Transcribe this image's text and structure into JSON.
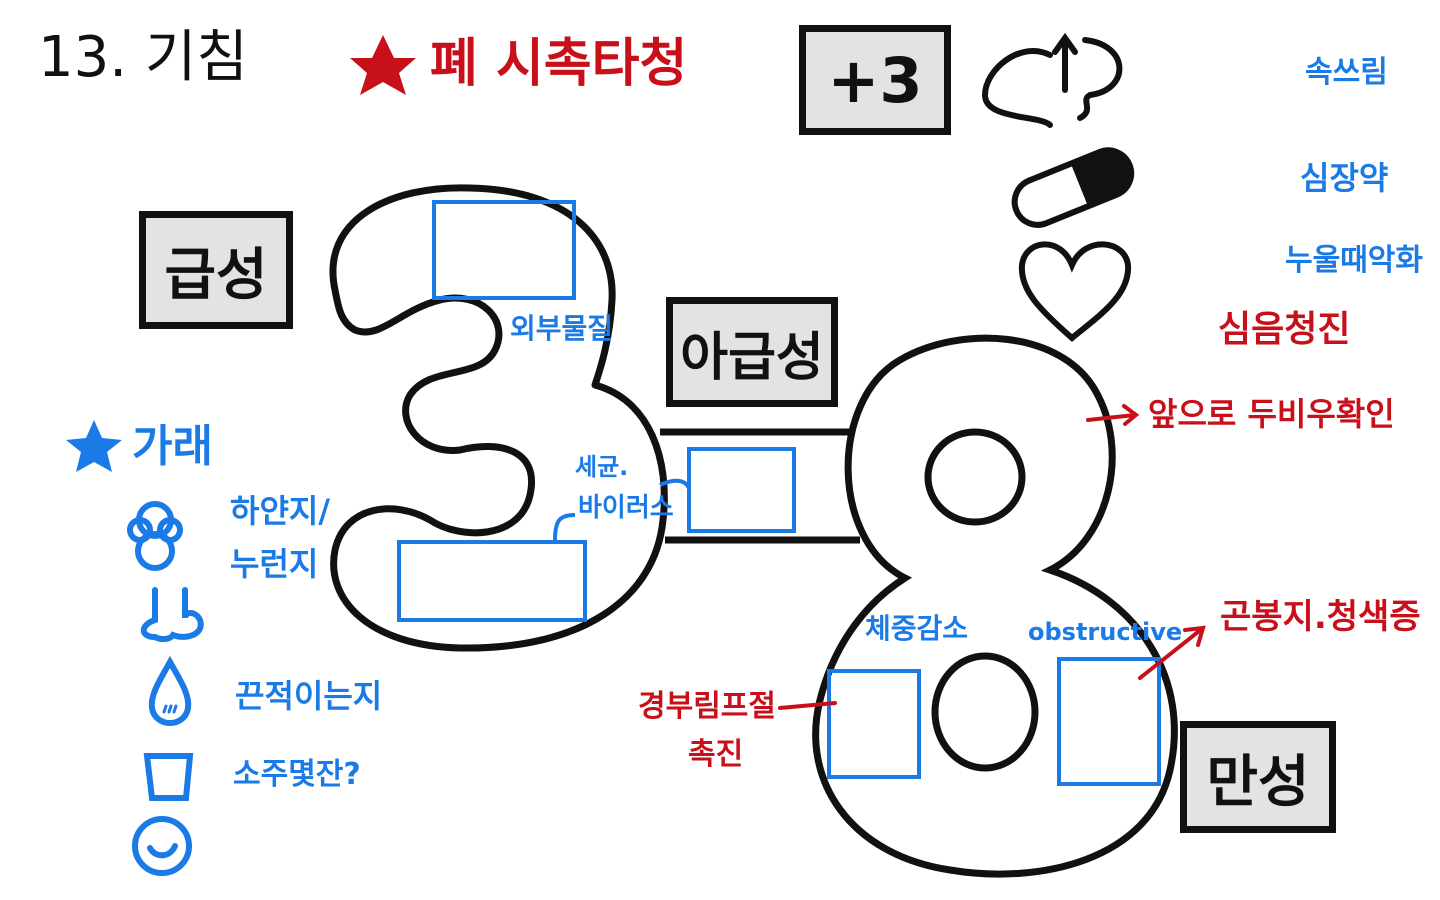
{
  "title": "13. 기침",
  "lung_exam": "폐 시촉타청",
  "score_box": "+3",
  "categories": {
    "acute": "급성",
    "subacute": "아급성",
    "chronic": "만성"
  },
  "labels_blue": {
    "foreign_body": "외부물질",
    "bacteria": "세균.",
    "virus": "바이러스",
    "weight_loss": "체중감소",
    "obstructive": "obstructive",
    "heartburn": "속쓰림",
    "heart_medication": "심장약",
    "worse_lying": "누울때악화"
  },
  "labels_red": {
    "heart_auscultation": "심음청진",
    "lean_forward": "앞으로 두비우확인",
    "clubbing_cyanosis": "곤봉지.청색증",
    "lymph_node_line1": "경부림프절",
    "lymph_node_line2": "촉진"
  },
  "sputum": {
    "heading": "가래",
    "color": "하얀지/",
    "color2": "누런지",
    "sticky": "끈적이는지",
    "alcohol": "소주몇잔?"
  },
  "colors": {
    "red": "#c8101a",
    "blue": "#1a7ae6",
    "black": "#111111",
    "box_fill": "#e3e3e3"
  }
}
